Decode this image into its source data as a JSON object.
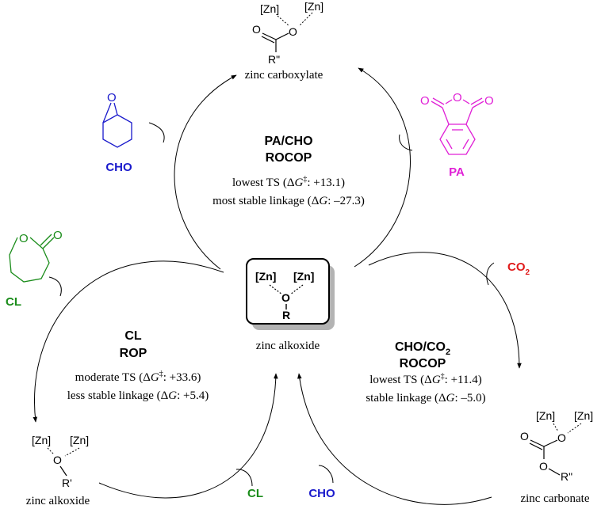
{
  "colors": {
    "cho": "#1a1acc",
    "pa": "#e020d6",
    "cl": "#1a8c1a",
    "co2": "#e01a1a",
    "ink": "#000000"
  },
  "center": {
    "zn_left": "[Zn]",
    "zn_right": "[Zn]",
    "o": "O",
    "r": "R",
    "caption": "zinc alkoxide"
  },
  "top": {
    "zn_left": "[Zn]",
    "zn_right": "[Zn]",
    "o_carbonyl": "O",
    "o_ester": "O",
    "r": "R\"",
    "caption": "zinc carboxylate"
  },
  "bottom_left": {
    "zn_left": "[Zn]",
    "zn_right": "[Zn]",
    "o": "O",
    "r": "R'",
    "caption": "zinc alkoxide"
  },
  "bottom_right": {
    "zn_left": "[Zn]",
    "zn_right": "[Zn]",
    "o_carbonyl": "O",
    "o_top": "O",
    "o_bottom": "O",
    "r": "R\"",
    "caption": "zinc carbonate"
  },
  "cycles": {
    "pa_cho": {
      "title_line1": "PA/CHO",
      "title_line2": "ROCOP",
      "ts_prefix": "lowest TS (Δ",
      "ts_symbol": "G",
      "ts_sup": "‡",
      "ts_value": ": +13.1)",
      "link_prefix": "most stable linkage (Δ",
      "link_symbol": "G",
      "link_value": ": –27.3)"
    },
    "cl": {
      "title_line1": "CL",
      "title_line2": "ROP",
      "ts_prefix": "moderate TS (Δ",
      "ts_symbol": "G",
      "ts_sup": "‡",
      "ts_value": ": +33.6)",
      "link_prefix": "less stable linkage (Δ",
      "link_symbol": "G",
      "link_value": ": +5.4)"
    },
    "cho_co2": {
      "title_line1": "CHO/CO",
      "title_sub": "2",
      "title_line2": "ROCOP",
      "ts_prefix": "lowest TS (Δ",
      "ts_symbol": "G",
      "ts_sup": "‡",
      "ts_value": ": +11.4)",
      "link_prefix": "stable linkage (Δ",
      "link_symbol": "G",
      "link_value": ": –5.0)"
    }
  },
  "reagents": {
    "cho_top": {
      "label": "CHO",
      "o": "O"
    },
    "pa": {
      "label": "PA",
      "o_left": "O",
      "o_ring": "O",
      "o_right": "O"
    },
    "cl_top": {
      "label": "CL",
      "o_ring": "O",
      "o_carbonyl": "O"
    },
    "co2": {
      "label": "CO",
      "sub": "2"
    },
    "cl_bottom": {
      "label": "CL"
    },
    "cho_bottom": {
      "label": "CHO"
    }
  }
}
